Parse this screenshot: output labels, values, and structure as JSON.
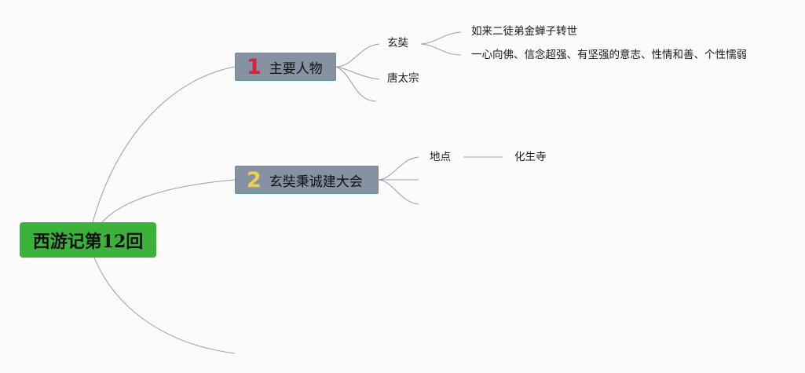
{
  "root": {
    "title": "西游记第12回"
  },
  "topics": [
    {
      "number": "1",
      "label": "主要人物",
      "children": [
        {
          "label": "玄奘",
          "details": [
            "如来二徒弟金蝉子转世",
            "一心向佛、信念超强、有坚强的意志、性情和善、个性懦弱"
          ]
        },
        {
          "label": "唐太宗"
        }
      ]
    },
    {
      "number": "2",
      "label": "玄奘秉诚建大会",
      "children": [
        {
          "label": "地点",
          "details": [
            "化生寺"
          ]
        }
      ]
    }
  ],
  "colors": {
    "root_fill": "#3bb33b",
    "topic_fill": "#8692a1",
    "topic_border": "#4a9e9e",
    "number_1": "#d9213a",
    "number_2": "#ecd34a",
    "line": "#9c9cab"
  }
}
